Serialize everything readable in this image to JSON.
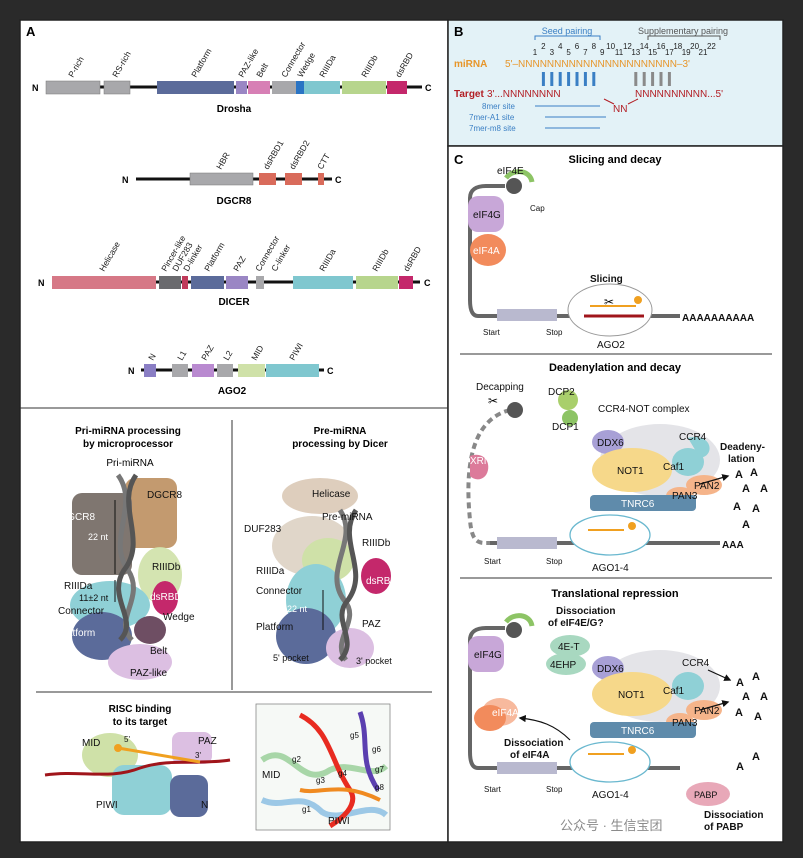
{
  "panels": {
    "A": {
      "letter": "A",
      "proteins": [
        {
          "name": "Drosha",
          "n": "N",
          "c": "C",
          "domains": [
            "P-rich",
            "RS-rich",
            "Platform",
            "PAZ-like",
            "Belt",
            "Connector",
            "Wedge",
            "RIIIDa",
            "RIIIDb",
            "dsRBD"
          ]
        },
        {
          "name": "DGCR8",
          "n": "N",
          "c": "C",
          "domains": [
            "HBR",
            "dsRBD1",
            "dsRBD2",
            "CTT"
          ]
        },
        {
          "name": "DICER",
          "n": "N",
          "c": "C",
          "domains": [
            "Helicase",
            "Pincer-like",
            "DUF283",
            "D-linker",
            "Platform",
            "PAZ",
            "Connector",
            "C-linker",
            "RIIIDa",
            "RIIIDb",
            "dsRBD"
          ]
        },
        {
          "name": "AGO2",
          "n": "N",
          "c": "C",
          "domains": [
            "N",
            "L1",
            "PAZ",
            "L2",
            "MID",
            "PIWI"
          ]
        }
      ],
      "microprocessor": {
        "title_1": "Pri-miRNA processing",
        "title_2": "by microprocessor",
        "labels": [
          "Pri-miRNA",
          "DGCR8",
          "DGCR8",
          "22 nt",
          "RIIIDb",
          "RIIIDa",
          "11±2 nt",
          "dsRBD",
          "Connector",
          "Wedge",
          "Platform",
          "Belt",
          "PAZ-like"
        ]
      },
      "dicer": {
        "title_1": "Pre-miRNA",
        "title_2": "processing by Dicer",
        "labels": [
          "Helicase",
          "Pre-miRNA",
          "DUF283",
          "RIIIDb",
          "RIIIDa",
          "dsRBD",
          "Connector",
          "22 nt",
          "Platform",
          "PAZ",
          "5' pocket",
          "3' pocket"
        ]
      },
      "risc": {
        "title_1": "RISC binding",
        "title_2": "to its target",
        "labels": [
          "MID",
          "5'",
          "PAZ",
          "3'",
          "PIWI",
          "N"
        ]
      },
      "structure": {
        "labels": [
          "g5",
          "g6",
          "g7",
          "g8",
          "g4",
          "g3",
          "g2",
          "g1",
          "MID",
          "PIWI"
        ]
      }
    },
    "B": {
      "letter": "B",
      "seed_label": "Seed pairing",
      "supp_label": "Supplementary pairing",
      "positions": [
        "1",
        "2",
        "3",
        "4",
        "5",
        "6",
        "7",
        "8",
        "9",
        "10",
        "11",
        "12",
        "13",
        "14",
        "15",
        "16",
        "17",
        "18",
        "19",
        "20",
        "21",
        "22"
      ],
      "mirna_label": "miRNA",
      "mirna_seq": "5'–NNNNNNNNNNNNNNNNNNNNNN–3'",
      "target_label": "Target",
      "target_left": "3'...NNNNNNNN",
      "target_loop": "NN",
      "target_right": "NNNNNNNNNN...5'",
      "sites": [
        "8mer site",
        "7mer-A1 site",
        "7mer-m8 site"
      ]
    },
    "C": {
      "letter": "C",
      "slicing": {
        "title": "Slicing and decay",
        "labels": [
          "eIF4E",
          "eIF4G",
          "Cap",
          "eIF4A",
          "Slicing",
          "Start",
          "Stop",
          "AGO2"
        ],
        "polyA": "AAAAAAAAAA"
      },
      "deadenylation": {
        "title": "Deadenylation and decay",
        "labels": [
          "Decapping",
          "DCP2",
          "DCP1",
          "CCR4-NOT complex",
          "DDX6",
          "CCR4",
          "Deadeny-",
          "lation",
          "XRN1",
          "NOT1",
          "Caf1",
          "PAN2",
          "PAN3",
          "TNRC6",
          "Start",
          "Stop",
          "AGO1-4"
        ],
        "tail": "AAA",
        "loose_a": [
          "A",
          "A",
          "A",
          "A",
          "A",
          "A",
          "A"
        ]
      },
      "repression": {
        "title": "Translational repression",
        "labels": [
          "Dissociation",
          "of eIF4E/G?",
          "4E-T",
          "4EHP",
          "DDX6",
          "eIF4G",
          "CCR4",
          "Caf1",
          "NOT1",
          "eIF4A",
          "PAN2",
          "PAN3",
          "TNRC6",
          "Dissociation",
          "of eIF4A",
          "Start",
          "Stop",
          "AGO1-4",
          "PABP",
          "Dissociation",
          "of PABP"
        ],
        "loose_a": [
          "A",
          "A",
          "A",
          "A",
          "A",
          "A",
          "A",
          "A"
        ]
      }
    }
  },
  "watermark": "公众号 · 生信宝团",
  "colors": {
    "panel_bg": "#ffffff",
    "panel_b_bg": "#e3f2f7",
    "gray_domain": "#a8a8ab",
    "platform_blue": "#5b6b9a",
    "piwi_teal": "#7fc7cf",
    "riiib_green": "#b7d58d",
    "dsrbd_magenta": "#c4286b",
    "mirna_orange": "#e7962a",
    "target_red": "#b21d23"
  }
}
